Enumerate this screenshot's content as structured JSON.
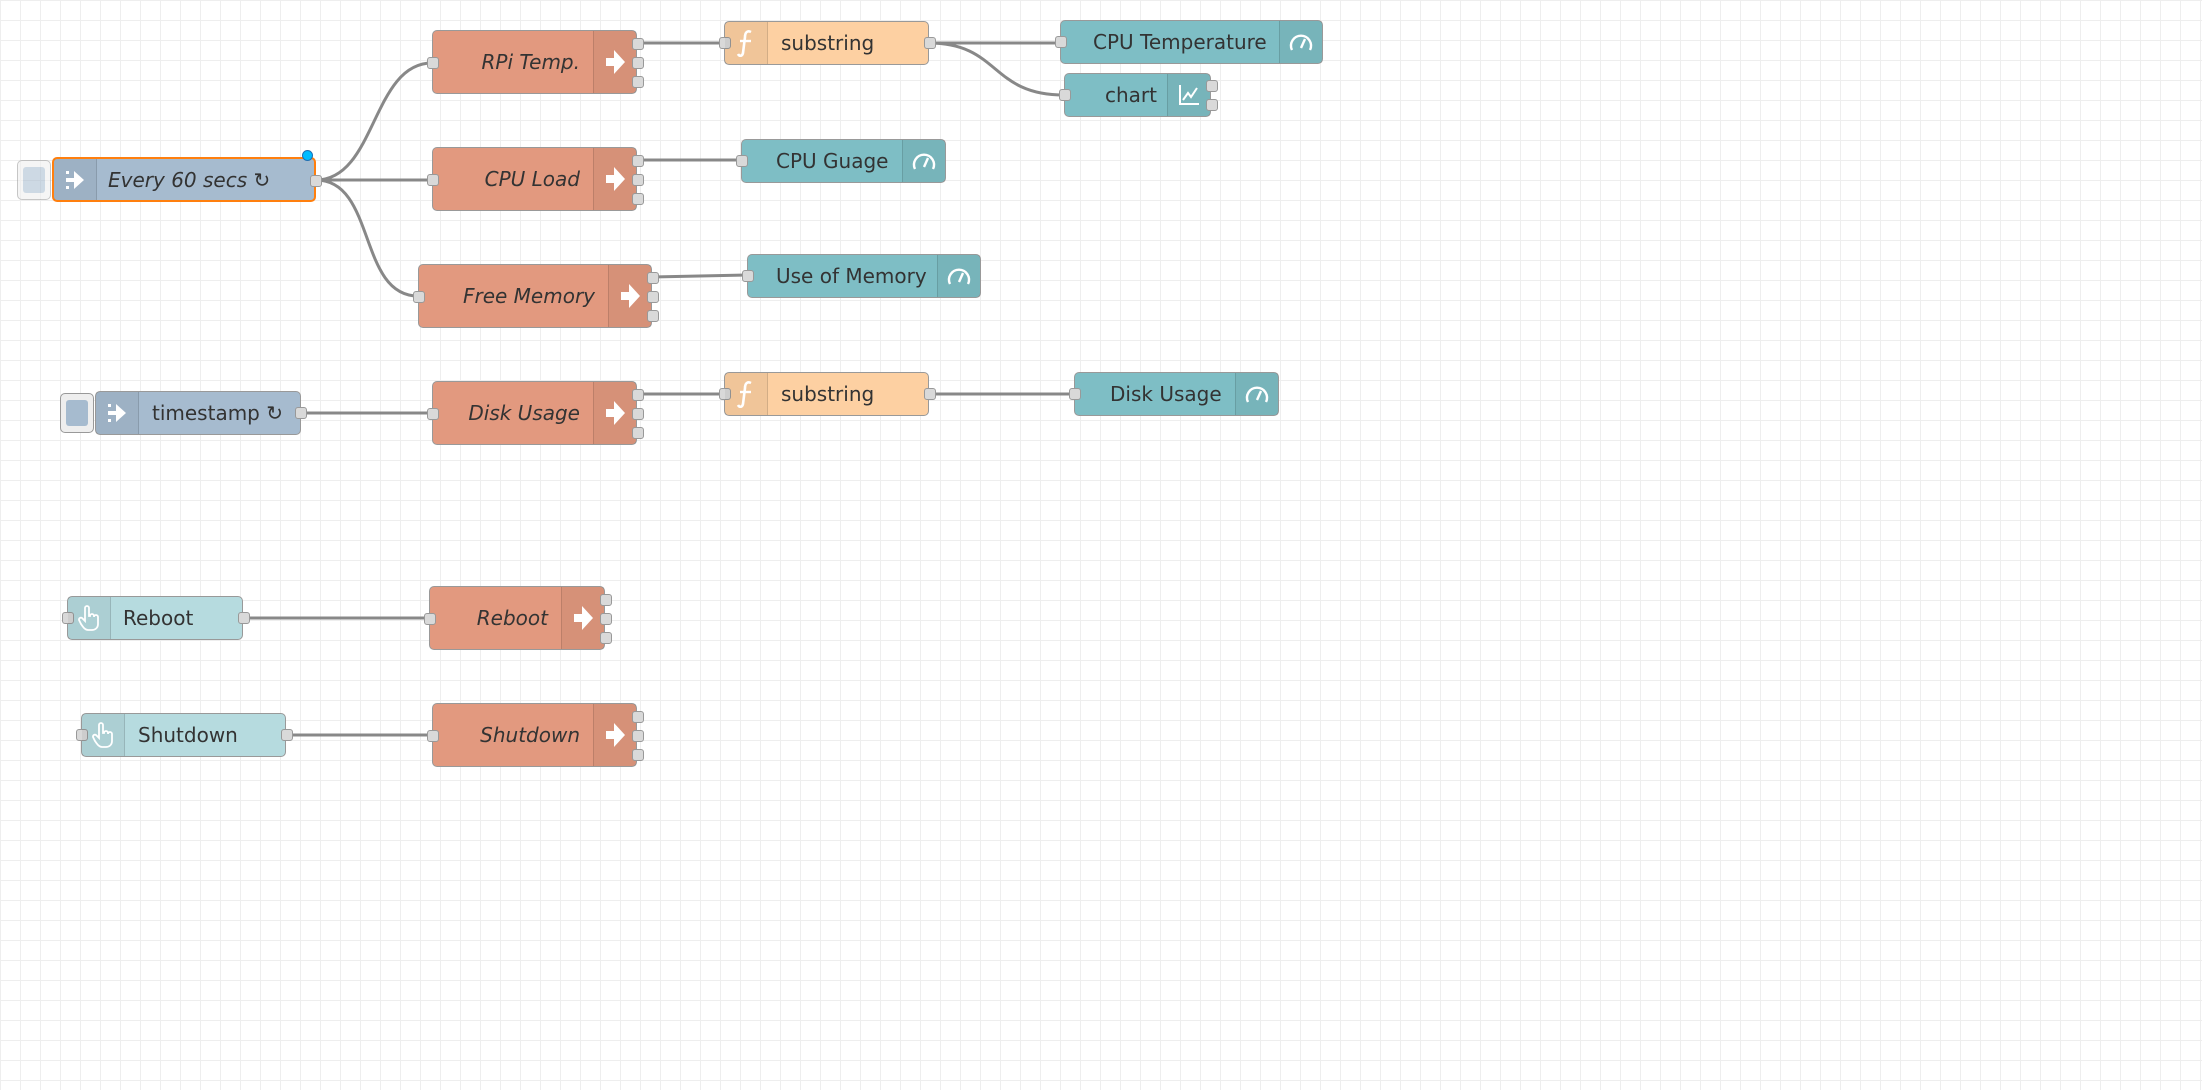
{
  "canvas": {
    "grid": true,
    "background": "#ffffff"
  },
  "colors": {
    "inject": "#a6bbcf",
    "exec": "#e2997f",
    "function": "#fdd0a2",
    "gauge": "#7ebec5",
    "button": "#b6dbdf",
    "selected_border": "#ff7f0e",
    "wire": "#888888"
  },
  "nodes": {
    "every60": {
      "label": "Every 60 secs ↻",
      "icon": "inject-arrow-icon",
      "type": "inject",
      "selected": true
    },
    "timestamp": {
      "label": "timestamp ↻",
      "icon": "inject-arrow-icon",
      "type": "inject"
    },
    "rpi_temp": {
      "label": "RPi Temp.",
      "icon": "exec-arrow-icon",
      "type": "exec"
    },
    "cpu_load": {
      "label": "CPU Load",
      "icon": "exec-arrow-icon",
      "type": "exec"
    },
    "free_memory": {
      "label": "Free Memory",
      "icon": "exec-arrow-icon",
      "type": "exec"
    },
    "disk_exec": {
      "label": "Disk Usage",
      "icon": "exec-arrow-icon",
      "type": "exec"
    },
    "reboot_exec": {
      "label": "Reboot",
      "icon": "exec-arrow-icon",
      "type": "exec"
    },
    "shutdown_exec": {
      "label": "Shutdown",
      "icon": "exec-arrow-icon",
      "type": "exec"
    },
    "substring1": {
      "label": "substring",
      "icon": "function-icon",
      "type": "function"
    },
    "substring2": {
      "label": "substring",
      "icon": "function-icon",
      "type": "function"
    },
    "cpu_temperature": {
      "label": "CPU Temperature",
      "icon": "gauge-icon",
      "type": "gauge"
    },
    "chart": {
      "label": "chart",
      "icon": "chart-icon",
      "type": "chart"
    },
    "cpu_guage": {
      "label": "CPU Guage",
      "icon": "gauge-icon",
      "type": "gauge"
    },
    "use_of_memory": {
      "label": "Use of Memory",
      "icon": "gauge-icon",
      "type": "gauge"
    },
    "disk_gauge": {
      "label": "Disk Usage",
      "icon": "gauge-icon",
      "type": "gauge"
    },
    "reboot_btn": {
      "label": "Reboot",
      "icon": "hand-pointer-icon",
      "type": "button"
    },
    "shutdown_btn": {
      "label": "Shutdown",
      "icon": "hand-pointer-icon",
      "type": "button"
    }
  },
  "wires": [
    {
      "from": "every60",
      "to": "rpi_temp"
    },
    {
      "from": "every60",
      "to": "cpu_load"
    },
    {
      "from": "every60",
      "to": "free_memory"
    },
    {
      "from": "rpi_temp",
      "to": "substring1"
    },
    {
      "from": "substring1",
      "to": "cpu_temperature"
    },
    {
      "from": "substring1",
      "to": "chart"
    },
    {
      "from": "cpu_load",
      "to": "cpu_guage"
    },
    {
      "from": "free_memory",
      "to": "use_of_memory"
    },
    {
      "from": "timestamp",
      "to": "disk_exec"
    },
    {
      "from": "disk_exec",
      "to": "substring2"
    },
    {
      "from": "substring2",
      "to": "disk_gauge"
    },
    {
      "from": "reboot_btn",
      "to": "reboot_exec"
    },
    {
      "from": "shutdown_btn",
      "to": "shutdown_exec"
    }
  ]
}
